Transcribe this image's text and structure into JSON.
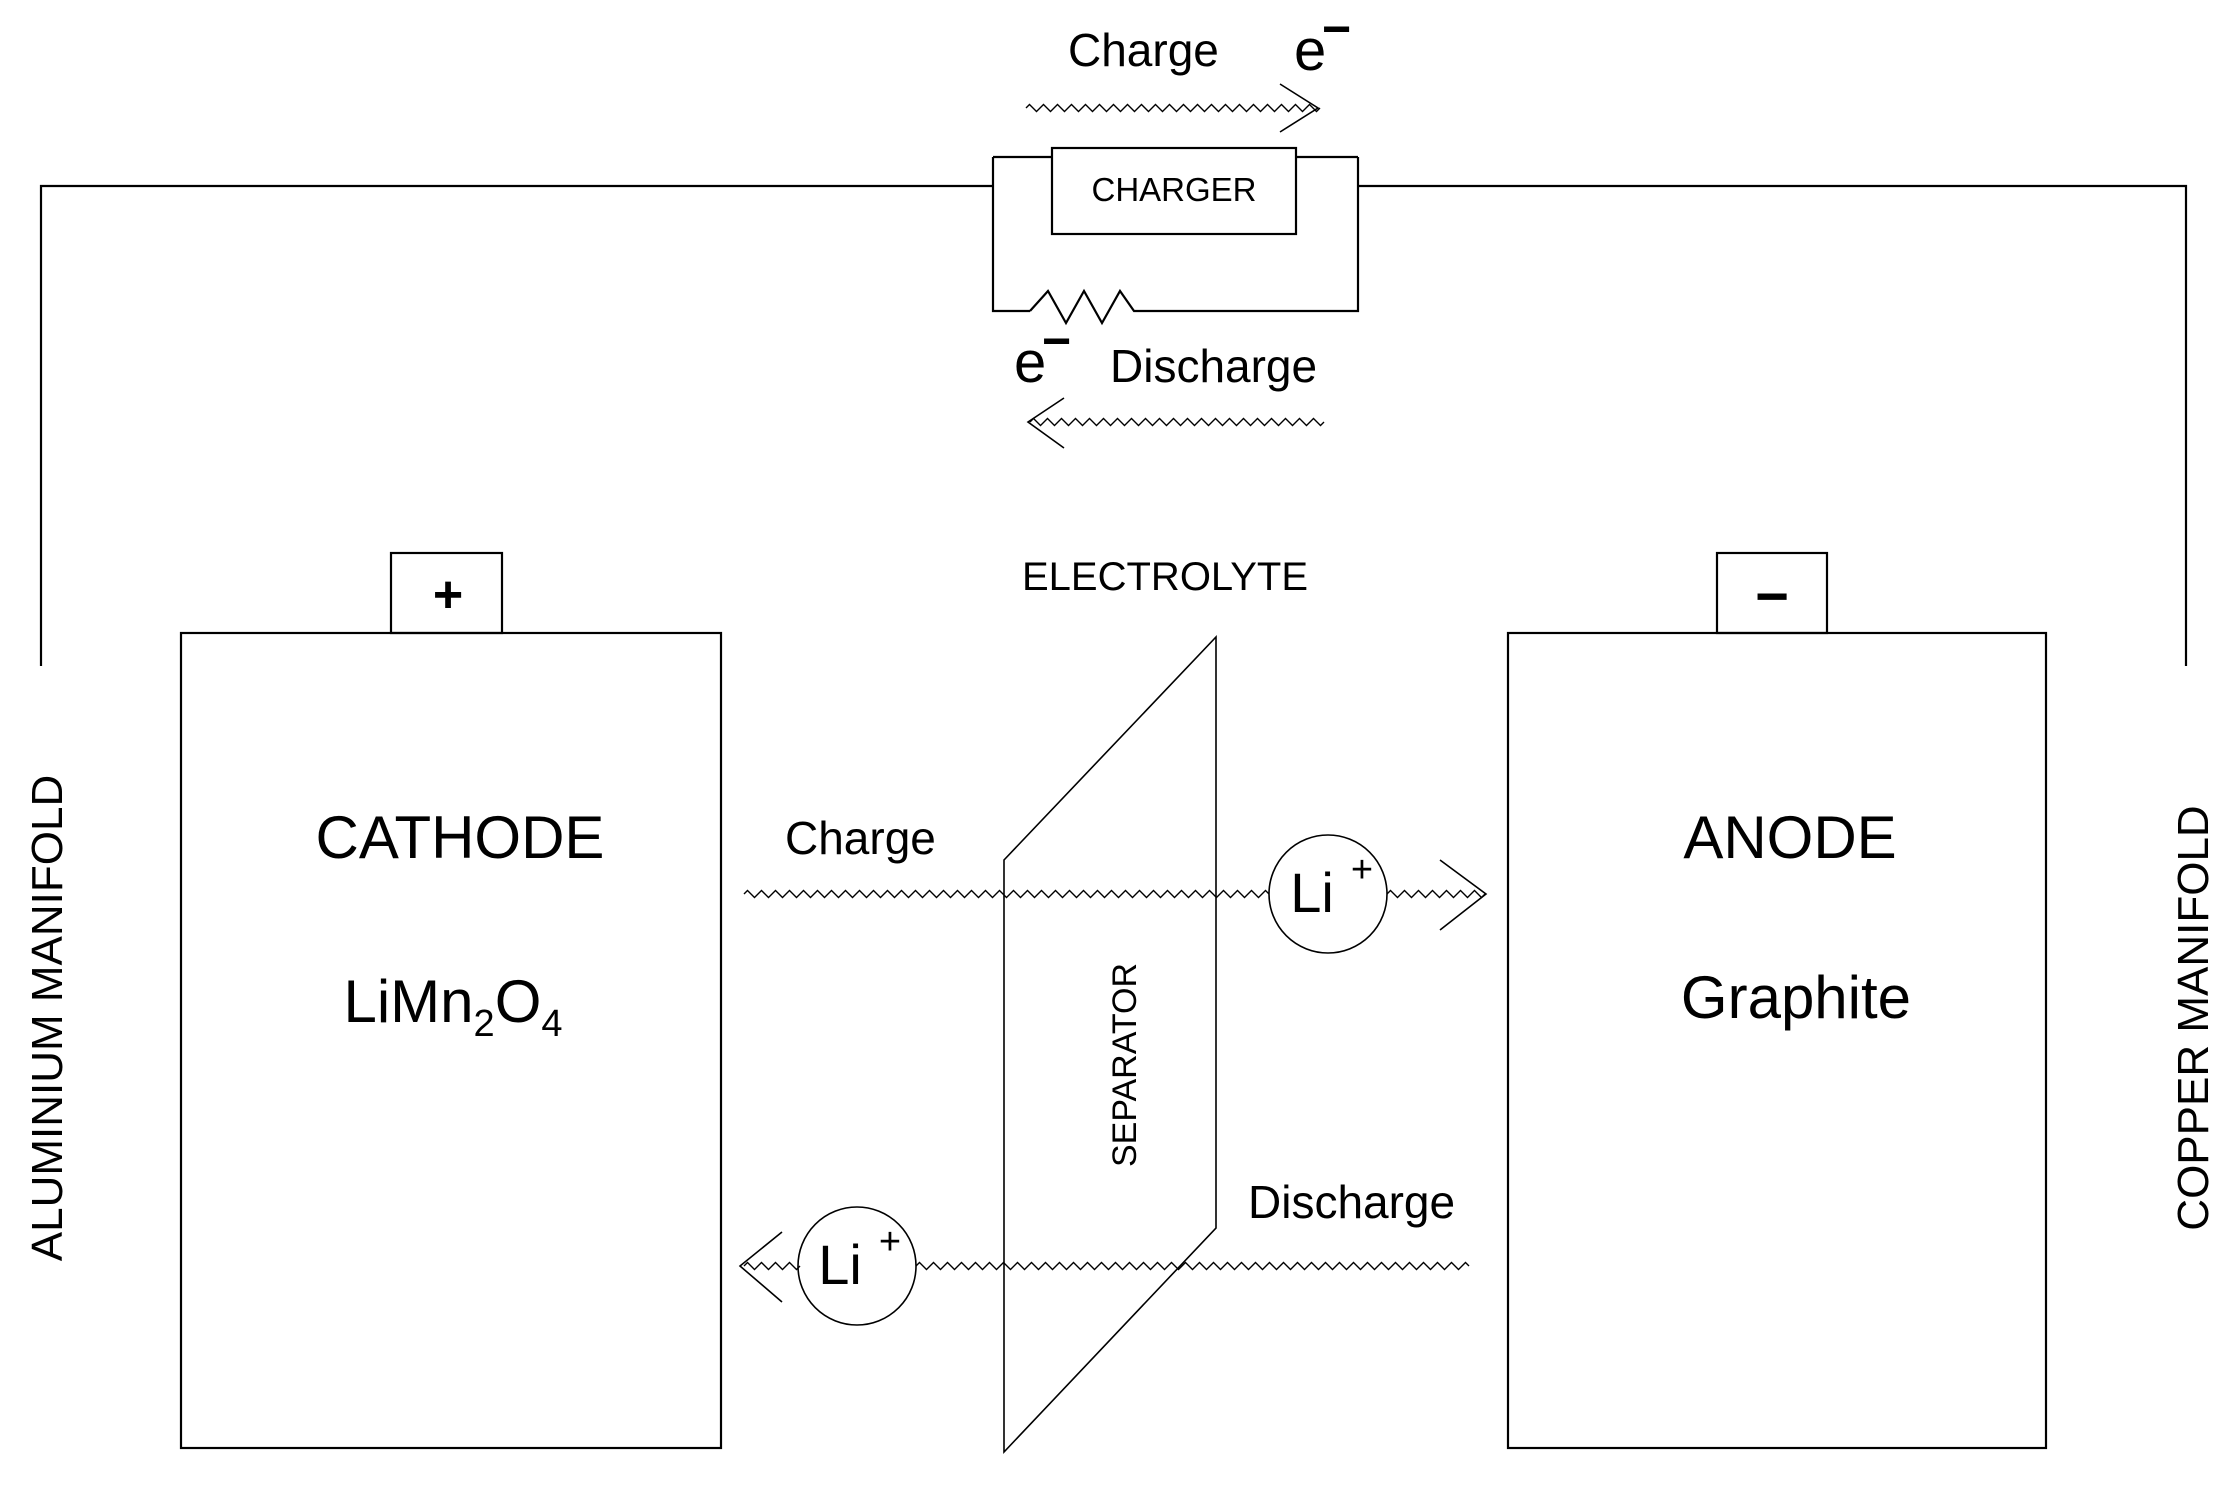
{
  "circuit": {
    "charge_label": "Charge",
    "discharge_label": "Discharge",
    "electron_symbol": "e",
    "electron_sign": "−",
    "charger_label": "CHARGER"
  },
  "manifolds": {
    "left": "ALUMINIUM MANIFOLD",
    "right": "COPPER MANIFOLD"
  },
  "terminals": {
    "positive": "+",
    "negative": "−"
  },
  "cathode": {
    "title": "CATHODE",
    "formula_parts": [
      "LiMn",
      "2",
      "O",
      "4"
    ]
  },
  "anode": {
    "title": "ANODE",
    "material": "Graphite"
  },
  "electrolyte": {
    "label": "ELECTROLYTE",
    "separator_label": "SEPARATOR",
    "charge_label": "Charge",
    "discharge_label": "Discharge",
    "ion_symbol": "Li",
    "ion_charge": "+"
  }
}
